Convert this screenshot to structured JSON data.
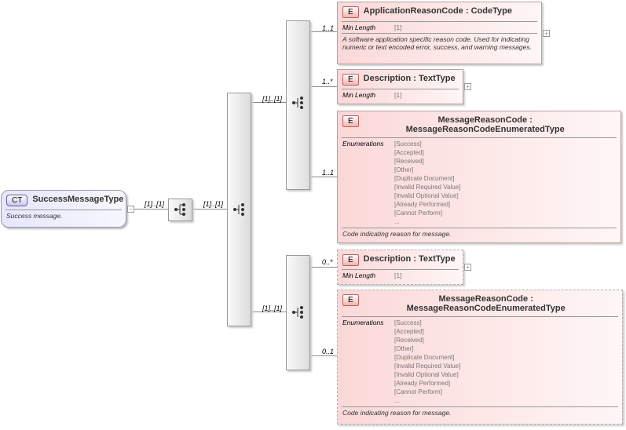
{
  "root": {
    "badge": "CT",
    "name": "SuccessMessageType",
    "doc": "Success message.",
    "cardinality": "[1]..[1]"
  },
  "sequence_cardinality": "[1]..[1]",
  "choice_branches": [
    "[1]..[1]",
    "[1]..[1]"
  ],
  "elements": [
    {
      "badge": "E",
      "name": "ApplicationReasonCode",
      "type": "CodeType",
      "cardinality": "1..1",
      "facet_label": "Min Length",
      "facet_value": "[1]",
      "doc": "A software application specific reason code. Used for indicating numeric or text encoded error, success, and warning messages."
    },
    {
      "badge": "E",
      "name": "Description",
      "type": "TextType",
      "cardinality": "1..*",
      "facet_label": "Min Length",
      "facet_value": "[1]"
    },
    {
      "badge": "E",
      "name": "MessageReasonCode",
      "type": "MessageReasonCodeEnumeratedType",
      "cardinality": "1..1",
      "facet_label": "Enumerations",
      "enumerations": [
        "[Success]",
        "[Accepted]",
        "[Received]",
        "[Other]",
        "[Duplicate Document]",
        "[Invalid Required Value]",
        "[Invalid Optional Value]",
        "[Already Performed]",
        "[Cannot Perform]",
        "..."
      ],
      "doc": "Code indicating reason for message."
    },
    {
      "badge": "E",
      "name": "Description",
      "type": "TextType",
      "cardinality": "0..*",
      "facet_label": "Min Length",
      "facet_value": "[1]"
    },
    {
      "badge": "E",
      "name": "MessageReasonCode",
      "type": "MessageReasonCodeEnumeratedType",
      "cardinality": "0..1",
      "facet_label": "Enumerations",
      "enumerations": [
        "[Success]",
        "[Accepted]",
        "[Received]",
        "[Other]",
        "[Duplicate Document]",
        "[Invalid Required Value]",
        "[Invalid Optional Value]",
        "[Already Performed]",
        "[Cannot Perform]",
        "..."
      ],
      "doc": "Code indicating reason for message."
    }
  ],
  "colors": {
    "complex_type": "#e6e6fb",
    "element": "#fbd8d8",
    "connector": "#8a8a8a"
  }
}
